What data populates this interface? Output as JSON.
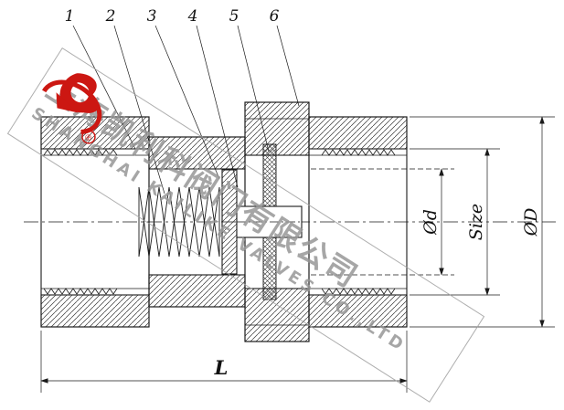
{
  "drawing": {
    "type": "technical-drawing",
    "subject": "spring check valve cross-section"
  },
  "callouts": [
    "1",
    "2",
    "3",
    "4",
    "5",
    "6"
  ],
  "dimensions": {
    "bore": "Ød",
    "size": "Size",
    "outer": "ØD",
    "length": "L"
  },
  "watermark": {
    "cn": "上海凯利科阀门有限公司",
    "en": "SHANGHAI KAILIKE VALVES CO.,LTD",
    "registered": "®"
  },
  "colors": {
    "line": "#1a1a1a",
    "watermark_text": "#969696",
    "logo_red": "#cc1712",
    "background": "#ffffff"
  }
}
